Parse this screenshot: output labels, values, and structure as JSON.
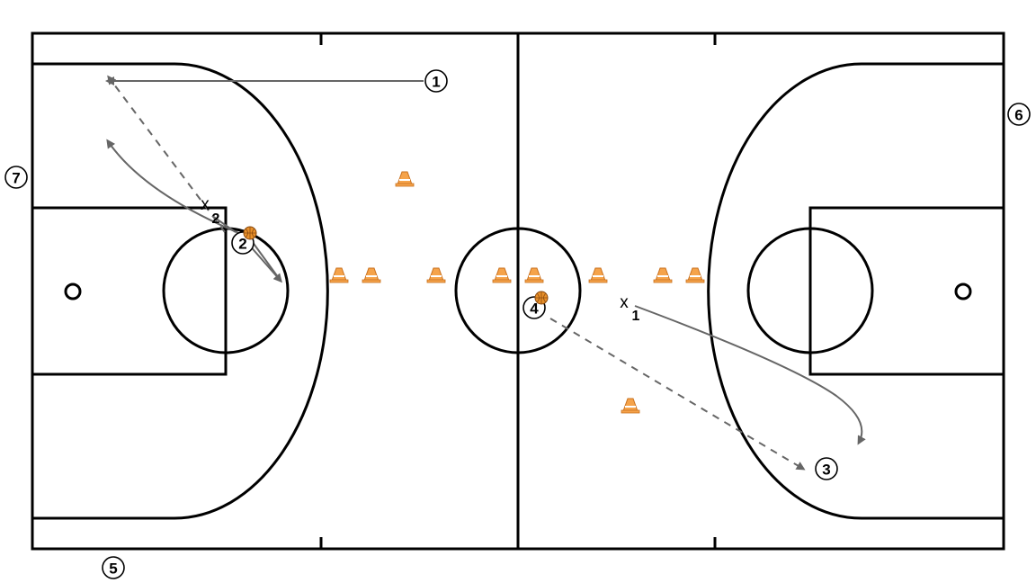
{
  "offense": [
    {
      "label": "1"
    },
    {
      "label": "2"
    },
    {
      "label": "3"
    },
    {
      "label": "4"
    },
    {
      "label": "5"
    },
    {
      "label": "6"
    },
    {
      "label": "7"
    }
  ],
  "defense": [
    {
      "mark": "x",
      "label": "1"
    },
    {
      "mark": "x",
      "label": "2"
    }
  ],
  "colors": {
    "court_line": "#000000",
    "arrow": "#666666",
    "cone": "#f5a34a",
    "ball": "#e8902a"
  },
  "icons": [
    "cone-icon",
    "basketball-icon",
    "arrowhead-icon"
  ]
}
